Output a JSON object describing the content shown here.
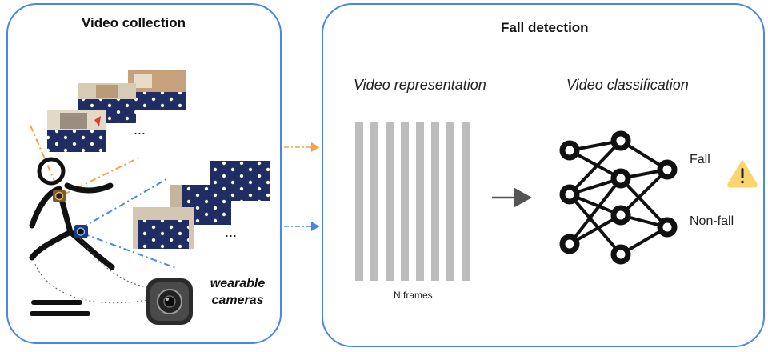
{
  "collection": {
    "title": "Video collection",
    "wearable_caption": "wearable cameras",
    "ellipsis": "...",
    "camera_colors": {
      "chest": "#f6a243",
      "waist": "#4a86e8"
    }
  },
  "detection": {
    "title": "Fall detection",
    "representation_label": "Video representation",
    "classification_label": "Video classification",
    "frames_label": "N frames",
    "classes": [
      "Fall",
      "Non-fall"
    ],
    "warning_icon": "warning-icon"
  },
  "colors": {
    "panel_border": "#4a86e8",
    "frame_bar": "#bdbdbd",
    "warning_fill": "#f9d56e"
  }
}
